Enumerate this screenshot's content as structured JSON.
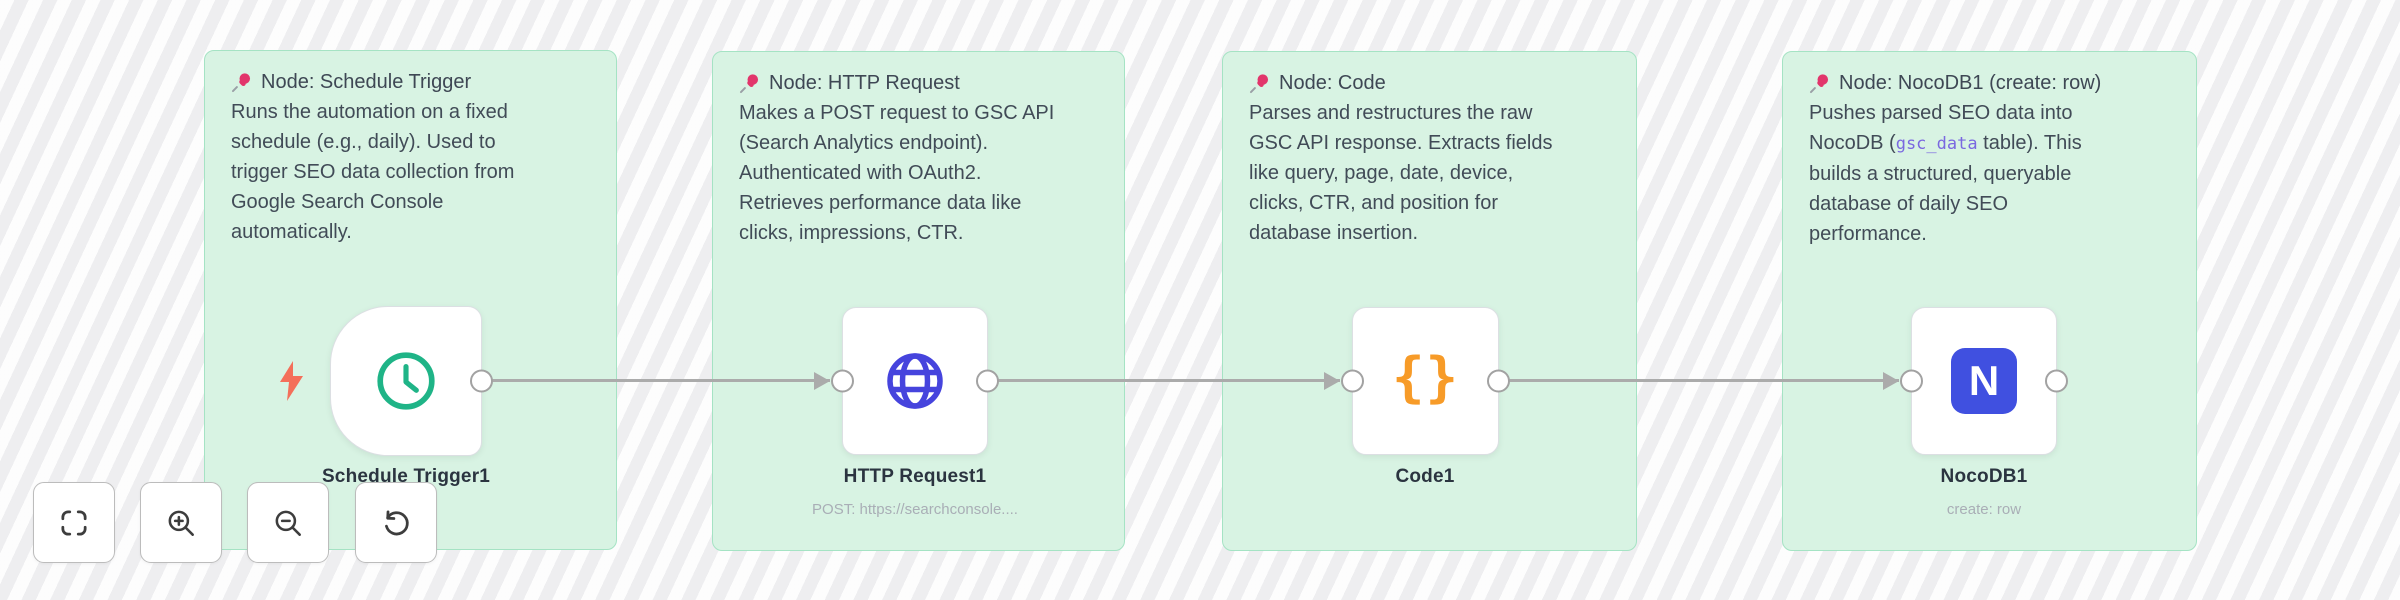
{
  "app": {
    "name": "workflow-canvas"
  },
  "colors": {
    "sticky_bg": "#d8f3e3",
    "sticky_border": "#a5e3c4",
    "sticky_text": "#414b57",
    "canvas_bg": "#f6f6f7",
    "connection": "#ababab",
    "clock_icon": "#1fb487",
    "globe_icon": "#4644dd",
    "braces_icon": "#f79b28",
    "nocodb_logo": "#4050e0",
    "bolt_icon": "#f46f5a",
    "inline_code": "#7a68e0",
    "pin_head": "#e2356b"
  },
  "stickies": [
    {
      "title": "Node: Schedule Trigger",
      "body": "Runs the automation on a fixed\nschedule (e.g., daily). Used to\ntrigger SEO data collection from\nGoogle Search Console\nautomatically."
    },
    {
      "title": "Node: HTTP Request",
      "body": "Makes a POST request to GSC API\n(Search Analytics endpoint).\nAuthenticated with OAuth2.\nRetrieves performance data like\nclicks, impressions, CTR."
    },
    {
      "title": "Node: Code",
      "body": "Parses and restructures the raw\nGSC API response. Extracts fields\nlike query, page, date, device,\nclicks, CTR, and position for\ndatabase insertion."
    },
    {
      "title": "Node: NocoDB1 (create: row)",
      "body_pre": "Pushes parsed SEO data into\nNocoDB (",
      "code": "gsc_data",
      "body_post": " table). This\nbuilds a structured, queryable\ndatabase of daily SEO\nperformance."
    }
  ],
  "nodes": [
    {
      "label": "Schedule Trigger1",
      "subtitle": "",
      "icon": "clock-icon",
      "type": "trigger"
    },
    {
      "label": "HTTP Request1",
      "subtitle": "POST: https://searchconsole....",
      "icon": "globe-icon",
      "type": "action"
    },
    {
      "label": "Code1",
      "subtitle": "",
      "icon": "braces-icon",
      "icon_glyph": "{}",
      "type": "action"
    },
    {
      "label": "NocoDB1",
      "subtitle": "create: row",
      "icon": "nocodb-icon",
      "logo_letter": "N",
      "type": "action"
    }
  ],
  "connections": [
    {
      "from": "Schedule Trigger1",
      "to": "HTTP Request1"
    },
    {
      "from": "HTTP Request1",
      "to": "Code1"
    },
    {
      "from": "Code1",
      "to": "NocoDB1"
    }
  ],
  "controls": [
    {
      "name": "zoom-to-fit",
      "icon": "fit-view-icon"
    },
    {
      "name": "zoom-in",
      "icon": "zoom-in-icon"
    },
    {
      "name": "zoom-out",
      "icon": "zoom-out-icon"
    },
    {
      "name": "reset-zoom",
      "icon": "undo-icon"
    }
  ]
}
